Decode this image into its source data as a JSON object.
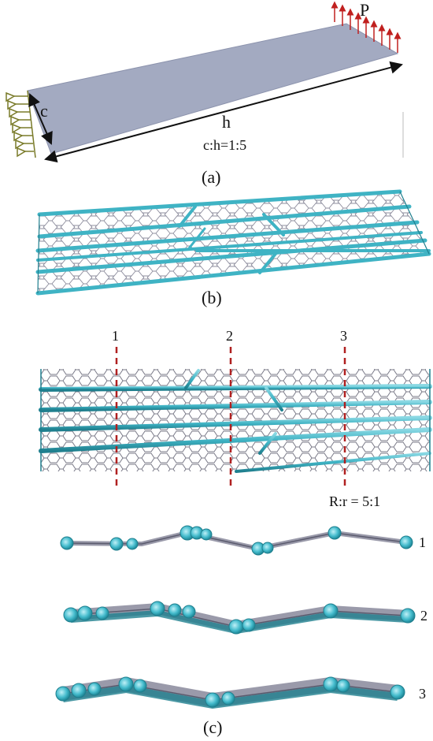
{
  "panel_a": {
    "caption": "(a)",
    "load_label": "P",
    "width_label": "c",
    "length_label": "h",
    "ratio_label": "c:h=1:5",
    "colors": {
      "plate": "#a3aac1",
      "plate_edge": "#8c93ad",
      "arrow": "#c0201f",
      "support": "#7a7b2a"
    }
  },
  "panel_b": {
    "caption": "(b)",
    "colors": {
      "tube": "#3fb3c4",
      "tube_dark": "#22899b",
      "mesh": "#8e8e9e"
    }
  },
  "panel_c": {
    "caption": "(c)",
    "section_labels": [
      "1",
      "2",
      "3"
    ],
    "ratio_label": "R:r = 5:1",
    "cross_section_labels": [
      "1",
      "2",
      "3"
    ],
    "colors": {
      "cut_line": "#b02020",
      "tube": "#3fb3c4",
      "tube_side": "#1f7f8e",
      "strip": "#9a9aaa"
    }
  }
}
